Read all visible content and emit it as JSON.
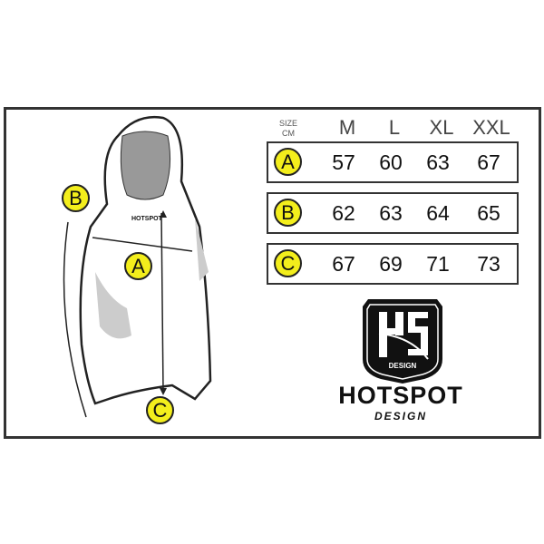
{
  "header": {
    "size_label_1": "SIZE",
    "size_label_2": "CM",
    "sizes": [
      "M",
      "L",
      "XL",
      "XXL"
    ]
  },
  "rows": [
    {
      "label": "A",
      "values": [
        "57",
        "60",
        "63",
        "67"
      ]
    },
    {
      "label": "B",
      "values": [
        "62",
        "63",
        "64",
        "65"
      ]
    },
    {
      "label": "C",
      "values": [
        "67",
        "69",
        "71",
        "73"
      ]
    }
  ],
  "diagram": {
    "labels": [
      "B",
      "A",
      "C"
    ],
    "chest_print": "HOTSPOT"
  },
  "brand": {
    "name": "HOTSPOT",
    "sub": "DESIGN",
    "badge": "HS",
    "badge_sub": "DESIGN"
  },
  "colors": {
    "label_fill": "#f3ee1c",
    "frame": "#333333"
  }
}
